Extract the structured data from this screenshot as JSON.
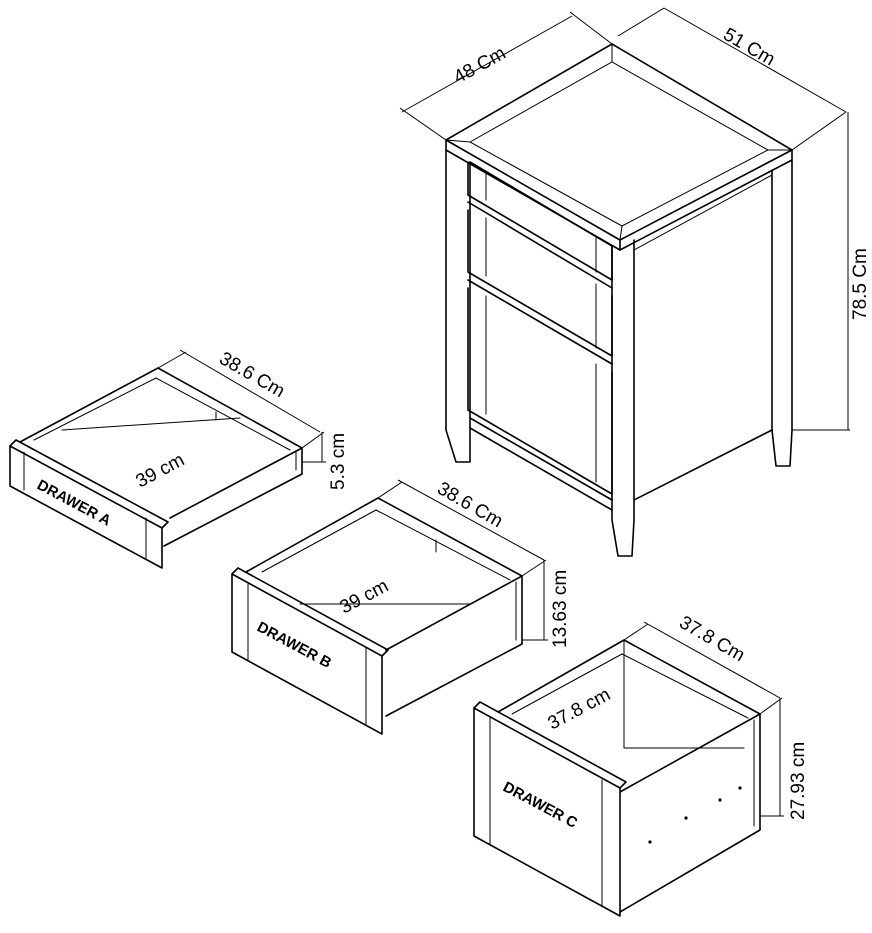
{
  "cabinet": {
    "width": "48 Cm",
    "depth": "51 Cm",
    "height": "78.5 Cm"
  },
  "drawers": [
    {
      "label": "DRAWER A",
      "width": "38.6 Cm",
      "depth": "39 cm",
      "height": "5.3 cm"
    },
    {
      "label": "DRAWER B",
      "width": "38.6 Cm",
      "depth": "39 cm",
      "height": "13.63 cm"
    },
    {
      "label": "DRAWER C",
      "width": "37.8 Cm",
      "depth": "37.8 cm",
      "height": "27.93 cm"
    }
  ]
}
